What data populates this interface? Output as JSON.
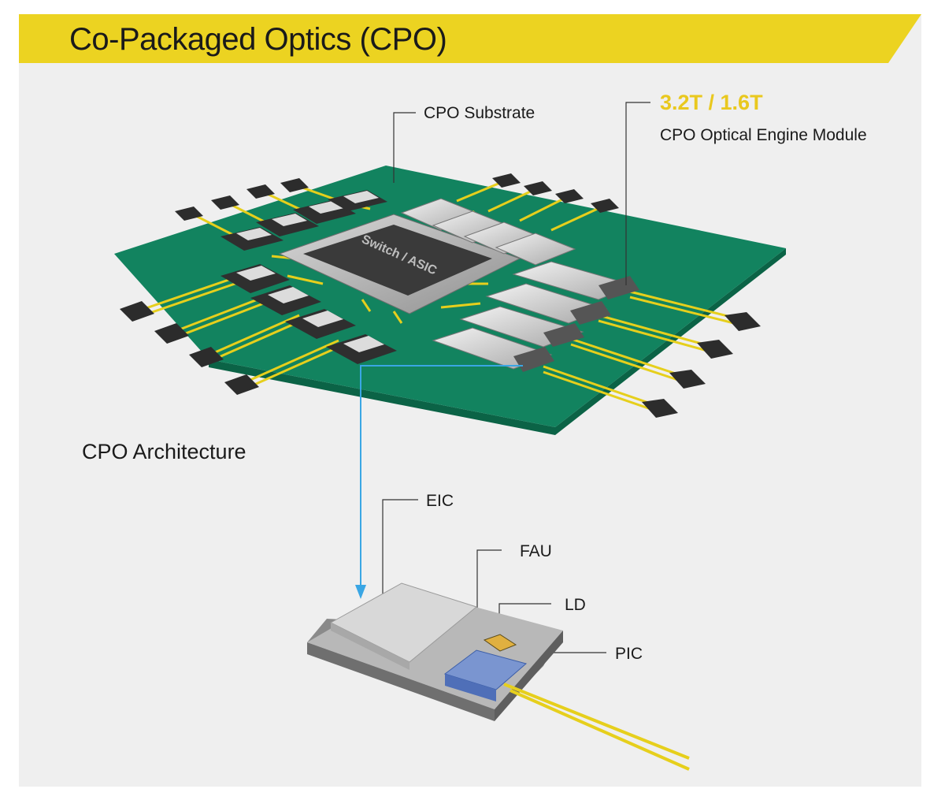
{
  "title": "Co-Packaged Optics (CPO)",
  "colors": {
    "banner": "#ecd321",
    "accent": "#e9c81e",
    "substrate": "#12835f",
    "arrow": "#3aa6e4"
  },
  "labels": {
    "substrate": "CPO Substrate",
    "engine_speed": "3.2T / 1.6T",
    "engine_module": "CPO Optical Engine Module",
    "architecture": "CPO Architecture",
    "chip": "Switch / ASIC",
    "eic": "EIC",
    "fau": "FAU",
    "ld": "LD",
    "pic": "PIC"
  }
}
